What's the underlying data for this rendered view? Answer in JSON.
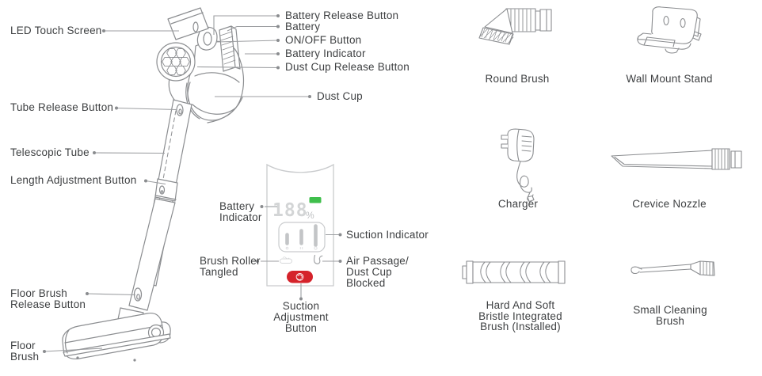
{
  "colors": {
    "text": "#3e4042",
    "line_art": "#8b8d90",
    "leader_line": "#9c9ea1",
    "battery_green": "#3fbf4c",
    "button_red": "#d5232b",
    "display_digit_gray": "#d3d5d6"
  },
  "vacuum": {
    "labels": {
      "led_touch_screen": "LED Touch Screen",
      "battery_release_button": "Battery Release Button",
      "battery": "Battery",
      "on_off_button": "ON/OFF Button",
      "battery_indicator": "Battery Indicator",
      "dust_cup_release_button": "Dust Cup Release Button",
      "dust_cup": "Dust Cup",
      "tube_release_button": "Tube Release Button",
      "telescopic_tube": "Telescopic Tube",
      "length_adjustment_button": "Length Adjustment Button",
      "floor_brush_release_line1": "Floor Brush",
      "floor_brush_release_line2": "Release Button",
      "floor_brush_line1": "Floor",
      "floor_brush_line2": "Brush"
    }
  },
  "display_panel": {
    "digits": "188",
    "percent_symbol": "%",
    "labels": {
      "battery_indicator_line1": "Battery",
      "battery_indicator_line2": "Indicator",
      "suction_indicator": "Suction Indicator",
      "brush_roller_line1": "Brush Roller",
      "brush_roller_line2": "Tangled",
      "air_passage_line1": "Air Passage/",
      "air_passage_line2": "Dust Cup",
      "air_passage_line3": "Blocked",
      "suction_adjustment_line1": "Suction",
      "suction_adjustment_line2": "Adjustment",
      "suction_adjustment_line3": "Button"
    }
  },
  "accessories": {
    "round_brush": {
      "label": "Round Brush"
    },
    "wall_mount_stand": {
      "label": "Wall Mount Stand"
    },
    "charger": {
      "label": "Charger"
    },
    "crevice_nozzle": {
      "label": "Crevice Nozzle"
    },
    "integrated_brush": {
      "line1": "Hard And Soft",
      "line2": "Bristle Integrated",
      "line3": "Brush (Installed)"
    },
    "small_cleaning_brush": {
      "line1": "Small Cleaning",
      "line2": "Brush"
    }
  }
}
